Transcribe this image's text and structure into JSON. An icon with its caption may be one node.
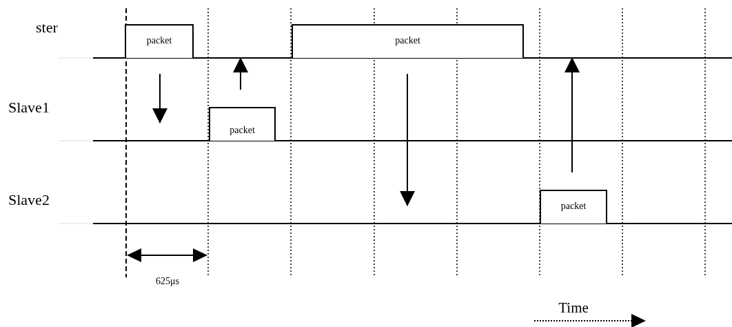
{
  "diagram": {
    "nodes": [
      {
        "text": [
          "ster"
        ]
      },
      {
        "text": [
          "Slave1"
        ]
      },
      {
        "text": [
          "Slave2"
        ]
      },
      {
        "text": [
          "packet"
        ],
        "in": 0
      },
      {
        "text": [
          "packet"
        ],
        "in": 0
      },
      {
        "text": [
          "packet"
        ],
        "in": 1
      },
      {
        "text": [
          "packet"
        ],
        "in": 2
      }
    ],
    "edges": [
      {
        "from": 3,
        "to": 1,
        "arrow": "to"
      },
      {
        "from": 5,
        "to": 0,
        "arrow": "to"
      },
      {
        "from": 4,
        "to": 2,
        "arrow": "to"
      },
      {
        "from": 6,
        "to": 0,
        "arrow": "to"
      }
    ],
    "labels": [
      "625μs",
      "Time"
    ]
  }
}
